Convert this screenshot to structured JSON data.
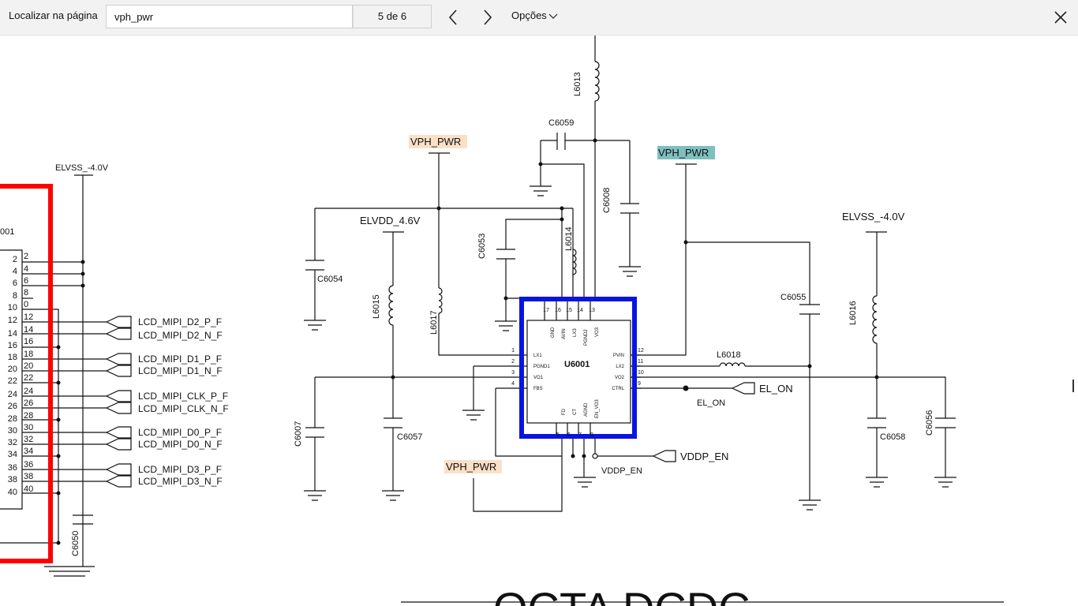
{
  "findbar": {
    "label": "Localizar na página",
    "query": "vph_pwr",
    "counter": "5 de 6",
    "options_label": "Opções"
  },
  "colors": {
    "highlight_active": "#7fbfbf",
    "highlight_match": "#fbe0c8",
    "component_box": "#0a14e0",
    "connector_box": "#ff0000"
  },
  "icons": {
    "prev": "chevron-left-icon",
    "next": "chevron-right-icon",
    "options": "chevron-down-icon",
    "close": "close-icon"
  },
  "schematic": {
    "connector": {
      "ref_fragment": "001",
      "pins_left": [
        "2",
        "4",
        "6",
        "8",
        "10",
        "12",
        "14",
        "16",
        "18",
        "20",
        "22",
        "24",
        "26",
        "28",
        "30",
        "32",
        "34",
        "36",
        "38",
        "40"
      ],
      "pins_right": [
        "2",
        "4",
        "6",
        "8",
        "0",
        "12",
        "14",
        "16",
        "18",
        "20",
        "22",
        "24",
        "26",
        "28",
        "30",
        "32",
        "34",
        "36",
        "38",
        "40"
      ]
    },
    "signals": {
      "d2p": "LCD_MIPI_D2_P_F",
      "d2n": "LCD_MIPI_D2_N_F",
      "d1p": "LCD_MIPI_D1_P_F",
      "d1n": "LCD_MIPI_D1_N_F",
      "clkp": "LCD_MIPI_CLK_P_F",
      "clkn": "LCD_MIPI_CLK_N_F",
      "d0p": "LCD_MIPI_D0_P_F",
      "d0n": "LCD_MIPI_D0_N_F",
      "d3p": "LCD_MIPI_D3_P_F",
      "d3n": "LCD_MIPI_D3_N_F"
    },
    "nets": {
      "elvss_left": "ELVSS_-4.0V",
      "elvss_right": "ELVSS_-4.0V",
      "elvdd": "ELVDD_4.6V",
      "vph_pwr_1": "VPH_PWR",
      "vph_pwr_2": "VPH_PWR",
      "vph_pwr_3": "VPH_PWR",
      "el_on_port": "EL_ON",
      "el_on_net": "EL_ON",
      "vddp_en_port": "VDDP_EN",
      "vddp_en_net": "VDDP_EN"
    },
    "components": {
      "c6050": "C6050",
      "c6054": "C6054",
      "c6053": "C6053",
      "c6059": "C6059",
      "c6008": "C6008",
      "c6055": "C6055",
      "c6057": "C6057",
      "c6007": "C6007",
      "c6058": "C6058",
      "c6056": "C6056",
      "l6013": "L6013",
      "l6014": "L6014",
      "l6015": "L6015",
      "l6017": "L6017",
      "l6016": "L6016",
      "l6018": "L6018"
    },
    "ic": {
      "ref": "U6001",
      "top_pin_numbers": [
        "17",
        "16",
        "15",
        "14",
        "13"
      ],
      "top_pin_names": [
        "GND",
        "AVIN",
        "LX3",
        "PGND2",
        "VO3"
      ],
      "left_pin_numbers": [
        "1",
        "2",
        "3",
        "4"
      ],
      "left_pin_names": [
        "LX1",
        "PGND1",
        "VO1",
        "FBS"
      ],
      "right_pin_numbers": [
        "12",
        "11",
        "10",
        "9"
      ],
      "right_pin_names": [
        "PVIN",
        "LX2",
        "VO2",
        "CTRL"
      ],
      "bottom_pin_numbers": [
        "5",
        "6",
        "7",
        "8"
      ],
      "bottom_pin_names": [
        "FD",
        "CT",
        "AGND",
        "EN_VO3"
      ]
    },
    "sheet_title_fragment": "OCTA DCDC"
  }
}
